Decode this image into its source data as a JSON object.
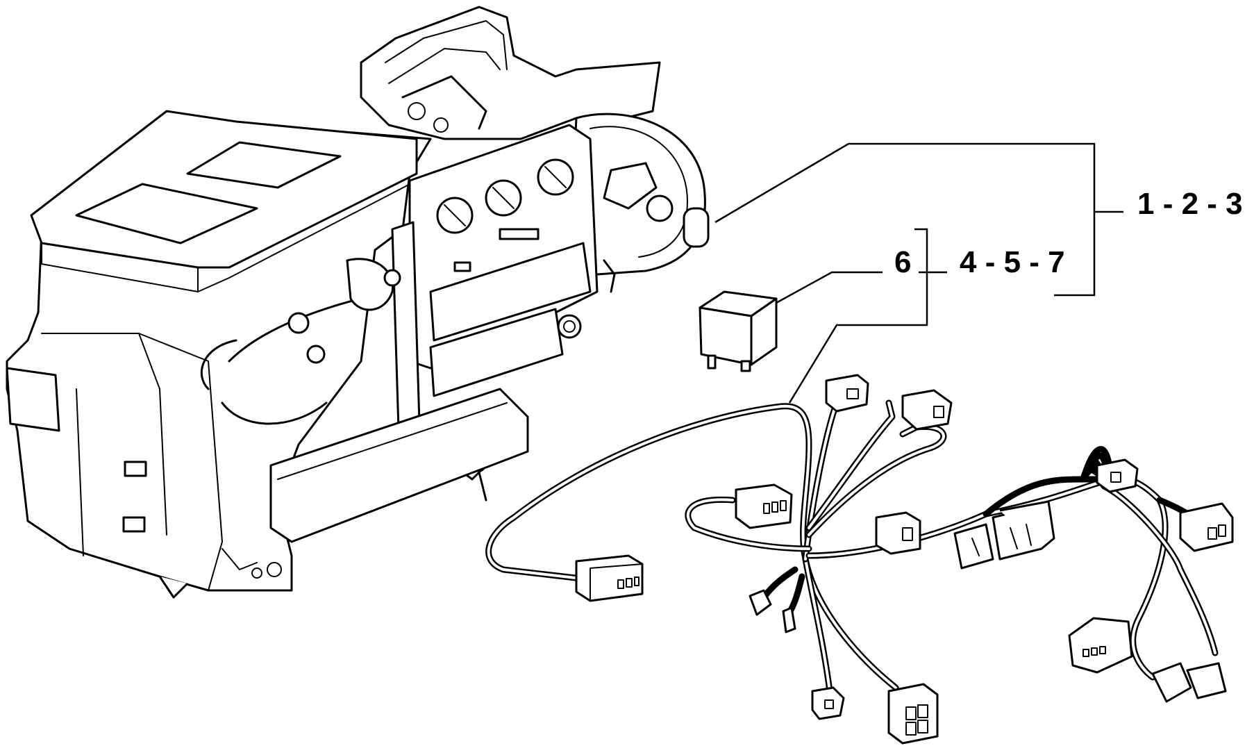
{
  "callouts": {
    "group_a": "1 - 2 - 3",
    "group_b": "4 - 5 - 7",
    "group_c": "6"
  },
  "parts": [
    {
      "name": "heater-ac-unit-assembly",
      "refs": "1 - 2 - 3"
    },
    {
      "name": "relay",
      "refs": "6"
    },
    {
      "name": "wiring-harness",
      "refs": "4 - 5 - 7"
    }
  ]
}
